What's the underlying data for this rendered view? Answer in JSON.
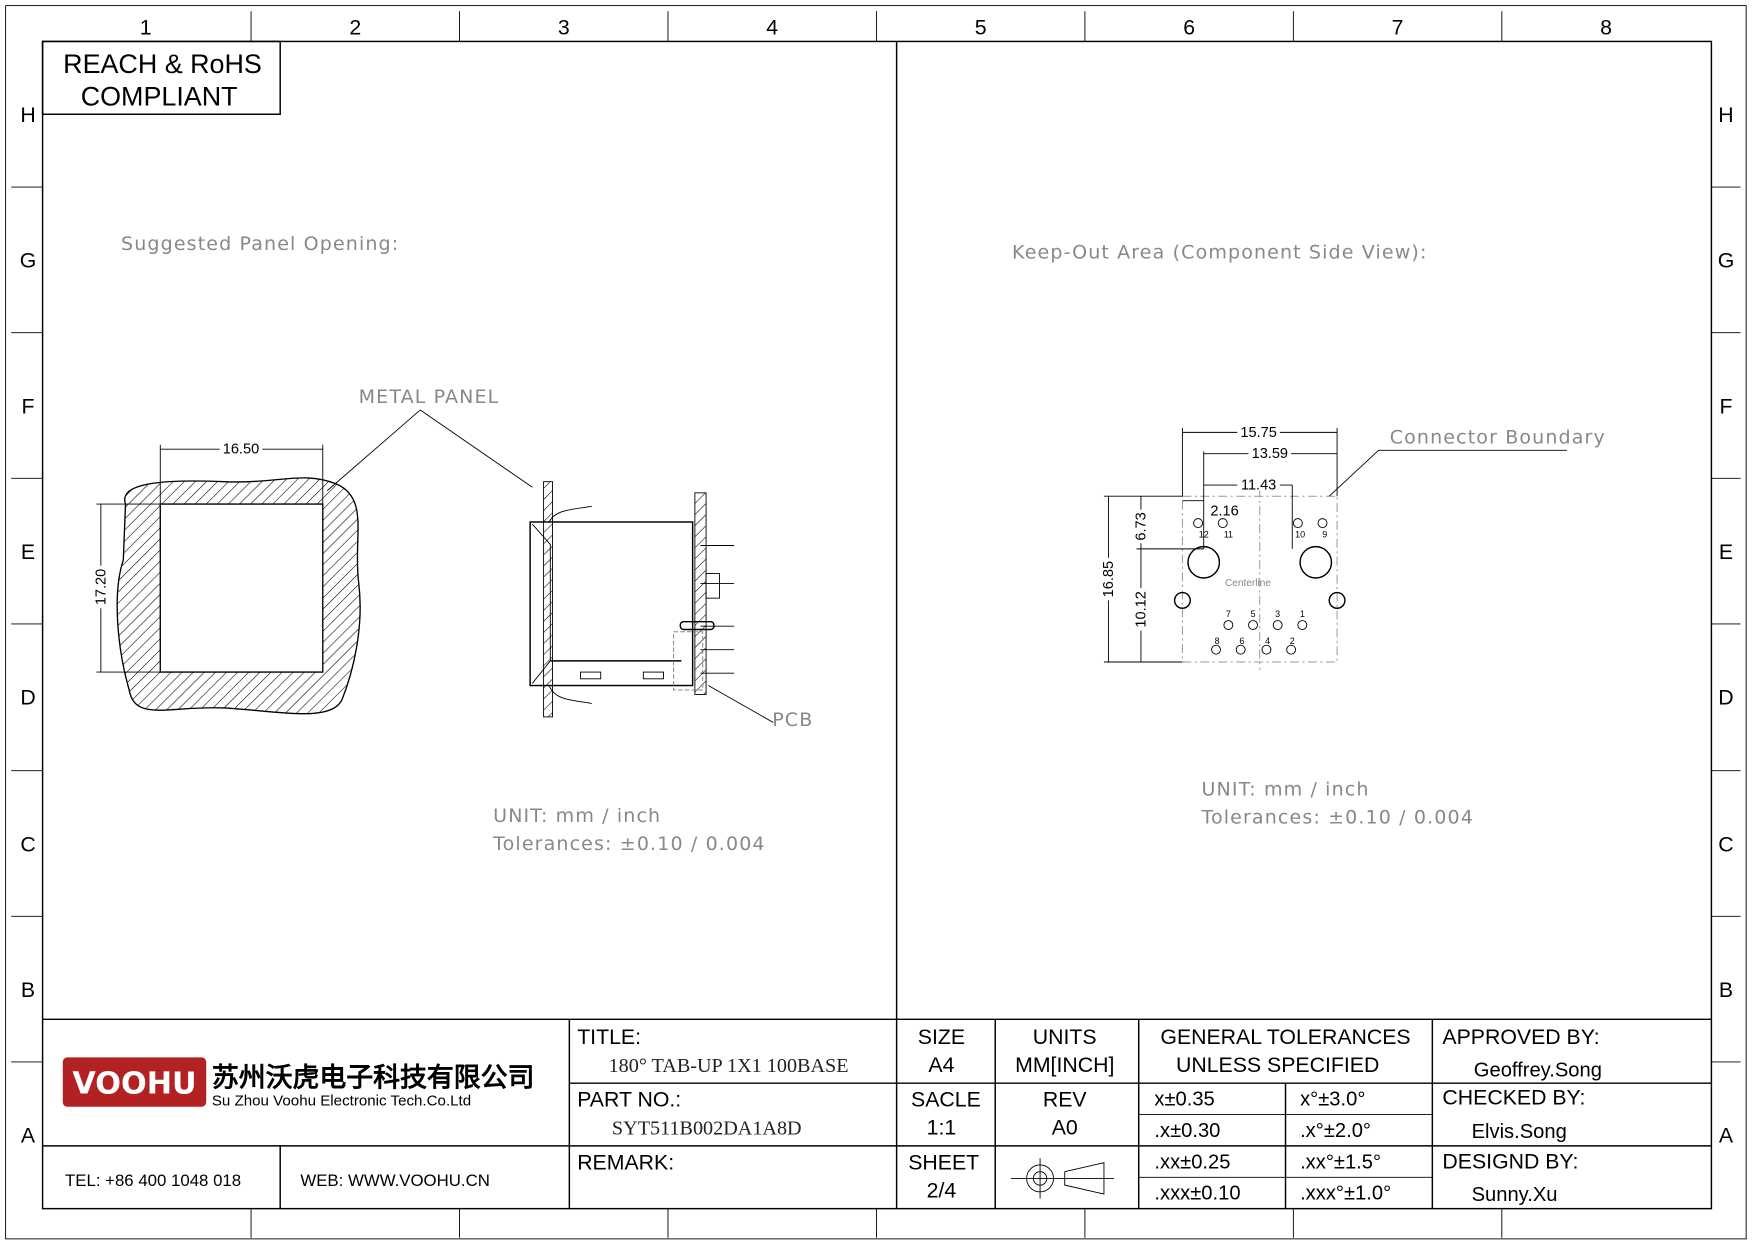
{
  "grid": {
    "columns": [
      "1",
      "2",
      "3",
      "4",
      "5",
      "6",
      "7",
      "8"
    ],
    "rows": [
      "H",
      "G",
      "F",
      "E",
      "D",
      "C",
      "B",
      "A"
    ]
  },
  "compliance": {
    "line1": "REACH & RoHS",
    "line2": "COMPLIANT"
  },
  "left_view": {
    "heading": "Suggested Panel Opening:",
    "metal_panel_label": "METAL PANEL",
    "pcb_label": "PCB",
    "width_dim": "16.50",
    "height_dim": "17.20",
    "unit": "UNIT:  mm  /  inch",
    "tolerance": "Tolerances:  ±0.10  /  0.004"
  },
  "right_view": {
    "heading": "Keep-Out Area (Component Side View):",
    "boundary_label": "Connector Boundary",
    "centerline_label": "Centerline",
    "dims": {
      "d1": "15.75",
      "d2": "13.59",
      "d3": "11.43",
      "d4": "2.16",
      "d5": "16.85",
      "d6": "6.73",
      "d7": "10.12"
    },
    "pins_top": [
      "12",
      "11",
      "10",
      "9"
    ],
    "pins_mid": [
      "7",
      "5",
      "3",
      "1"
    ],
    "pins_bot": [
      "8",
      "6",
      "4",
      "2"
    ],
    "unit": "UNIT:  mm  /  inch",
    "tolerance": "Tolerances:  ±0.10  /  0.004"
  },
  "title_block": {
    "logo_text": "VOOHU",
    "company_cn": "苏州沃虎电子科技有限公司",
    "company_en": "Su Zhou Voohu Electronic Tech.Co.Ltd",
    "tel": "TEL: +86 400 1048 018",
    "web": "WEB: WWW.VOOHU.CN",
    "title_label": "TITLE:",
    "title_value": "180°  TAB-UP  1X1  100BASE",
    "part_label": "PART NO.:",
    "part_value": "SYT511B002DA1A8D",
    "remark_label": "REMARK:",
    "size_label": "SIZE",
    "size_value": "A4",
    "units_label": "UNITS",
    "units_value": "MM[INCH]",
    "scale_label": "SACLE",
    "scale_value": "1:1",
    "rev_label": "REV",
    "rev_value": "A0",
    "sheet_label": "SHEET",
    "sheet_value": "2/4",
    "tol_header1": "GENERAL TOLERANCES",
    "tol_header2": "UNLESS SPECIFIED",
    "tolerances": [
      [
        "x±0.35",
        "x°±3.0°"
      ],
      [
        ".x±0.30",
        ".x°±2.0°"
      ],
      [
        ".xx±0.25",
        ".xx°±1.5°"
      ],
      [
        ".xxx±0.10",
        ".xxx°±1.0°"
      ]
    ],
    "approved_label": "APPROVED BY:",
    "approved_value": "Geoffrey.Song",
    "checked_label": "CHECKED BY:",
    "checked_value": "Elvis.Song",
    "designed_label": "DESIGND BY:",
    "designed_value": "Sunny.Xu"
  },
  "colors": {
    "logo_red": "#b22222",
    "web_blue": "#1f3f7a",
    "note_gray": "#888888"
  }
}
